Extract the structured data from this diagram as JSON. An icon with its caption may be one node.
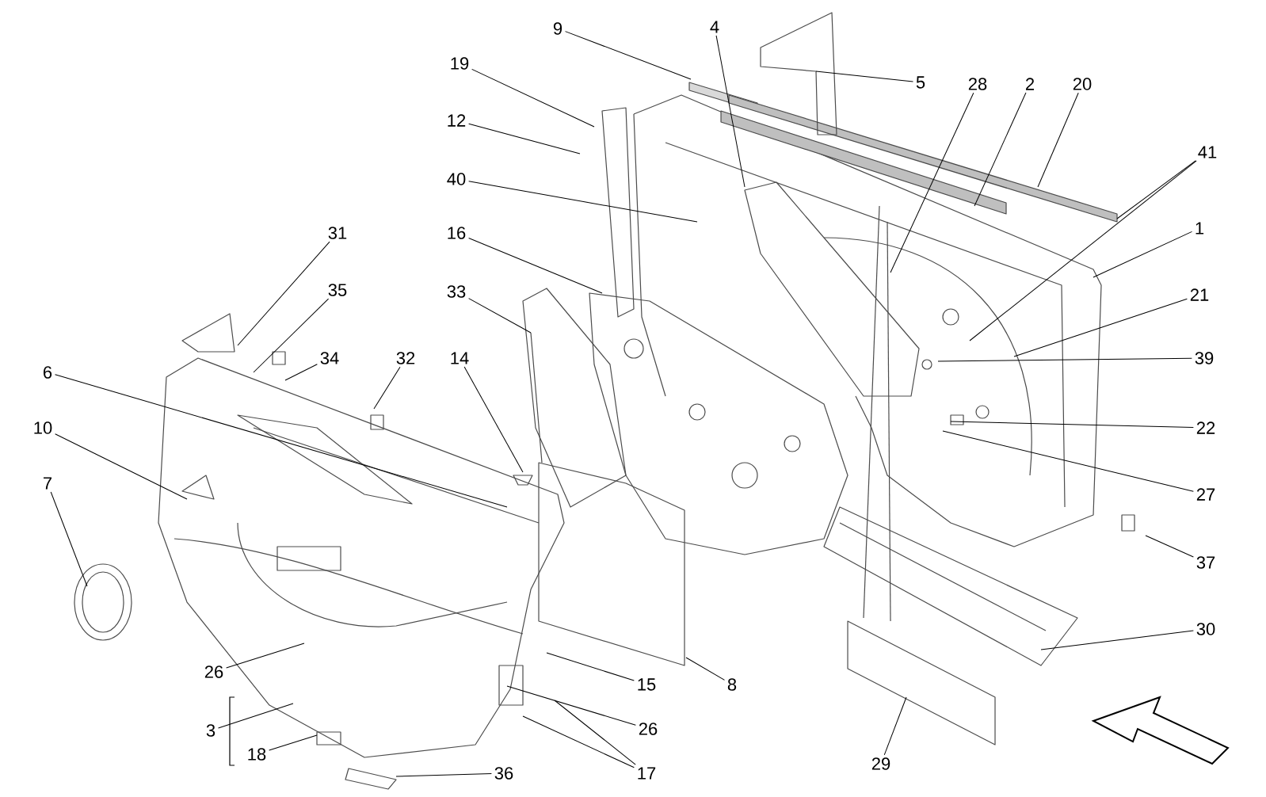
{
  "diagram": {
    "nodes": [
      {
        "text": [
          "9"
        ]
      },
      {
        "text": [
          "4"
        ]
      },
      {
        "text": [
          "19"
        ]
      },
      {
        "text": [
          "5"
        ]
      },
      {
        "text": [
          "28"
        ]
      },
      {
        "text": [
          "2"
        ]
      },
      {
        "text": [
          "20"
        ]
      },
      {
        "text": [
          "12"
        ]
      },
      {
        "text": [
          "41"
        ]
      },
      {
        "text": [
          "40"
        ]
      },
      {
        "text": [
          "1"
        ]
      },
      {
        "text": [
          "31"
        ]
      },
      {
        "text": [
          "16"
        ]
      },
      {
        "text": [
          "35"
        ]
      },
      {
        "text": [
          "33"
        ]
      },
      {
        "text": [
          "21"
        ]
      },
      {
        "text": [
          "6"
        ]
      },
      {
        "text": [
          "34"
        ]
      },
      {
        "text": [
          "32"
        ]
      },
      {
        "text": [
          "14"
        ]
      },
      {
        "text": [
          "39"
        ]
      },
      {
        "text": [
          "10"
        ]
      },
      {
        "text": [
          "22"
        ]
      },
      {
        "text": [
          "7"
        ]
      },
      {
        "text": [
          "27"
        ]
      },
      {
        "text": [
          "37"
        ]
      },
      {
        "text": [
          "30"
        ]
      },
      {
        "text": [
          "26"
        ]
      },
      {
        "text": [
          "15"
        ]
      },
      {
        "text": [
          "8"
        ]
      },
      {
        "text": [
          "3"
        ]
      },
      {
        "text": [
          "26"
        ]
      },
      {
        "text": [
          "18"
        ]
      },
      {
        "text": [
          "29"
        ]
      },
      {
        "text": [
          "36"
        ]
      },
      {
        "text": [
          "17"
        ]
      }
    ],
    "edges": [
      {
        "from": 0,
        "to": null,
        "arrow": "none"
      },
      {
        "from": 1,
        "to": null,
        "arrow": "none"
      },
      {
        "from": 3,
        "to": null,
        "arrow": "none"
      },
      {
        "from": 4,
        "to": null,
        "arrow": "none"
      },
      {
        "from": 5,
        "to": null,
        "arrow": "none"
      },
      {
        "from": 6,
        "to": null,
        "arrow": "none"
      },
      {
        "from": 2,
        "to": null,
        "arrow": "none"
      },
      {
        "from": 7,
        "to": null,
        "arrow": "none"
      },
      {
        "from": 8,
        "to": null,
        "arrow": "none"
      },
      {
        "from": 8,
        "to": null,
        "arrow": "none"
      },
      {
        "from": 9,
        "to": null,
        "arrow": "none"
      },
      {
        "from": 10,
        "to": null,
        "arrow": "none"
      },
      {
        "from": 11,
        "to": null,
        "arrow": "none"
      },
      {
        "from": 12,
        "to": null,
        "arrow": "none"
      },
      {
        "from": 13,
        "to": null,
        "arrow": "none"
      },
      {
        "from": 14,
        "to": null,
        "arrow": "none"
      },
      {
        "from": 15,
        "to": null,
        "arrow": "none"
      },
      {
        "from": 16,
        "to": null,
        "arrow": "none"
      },
      {
        "from": 17,
        "to": null,
        "arrow": "none"
      },
      {
        "from": 18,
        "to": null,
        "arrow": "none"
      },
      {
        "from": 19,
        "to": null,
        "arrow": "none"
      },
      {
        "from": 20,
        "to": null,
        "arrow": "none"
      },
      {
        "from": 21,
        "to": null,
        "arrow": "none"
      },
      {
        "from": 22,
        "to": null,
        "arrow": "none"
      },
      {
        "from": 23,
        "to": null,
        "arrow": "none"
      },
      {
        "from": 24,
        "to": null,
        "arrow": "none"
      },
      {
        "from": 25,
        "to": null,
        "arrow": "none"
      },
      {
        "from": 26,
        "to": null,
        "arrow": "none"
      },
      {
        "from": 27,
        "to": null,
        "arrow": "none"
      },
      {
        "from": 28,
        "to": null,
        "arrow": "none"
      },
      {
        "from": 29,
        "to": null,
        "arrow": "none"
      },
      {
        "from": 30,
        "to": null,
        "arrow": "none"
      },
      {
        "from": 31,
        "to": null,
        "arrow": "none"
      },
      {
        "from": 32,
        "to": null,
        "arrow": "none"
      },
      {
        "from": 33,
        "to": null,
        "arrow": "none"
      },
      {
        "from": 34,
        "to": null,
        "arrow": "none"
      },
      {
        "from": 35,
        "to": null,
        "arrow": "none"
      },
      {
        "from": 35,
        "to": null,
        "arrow": "none"
      }
    ]
  }
}
